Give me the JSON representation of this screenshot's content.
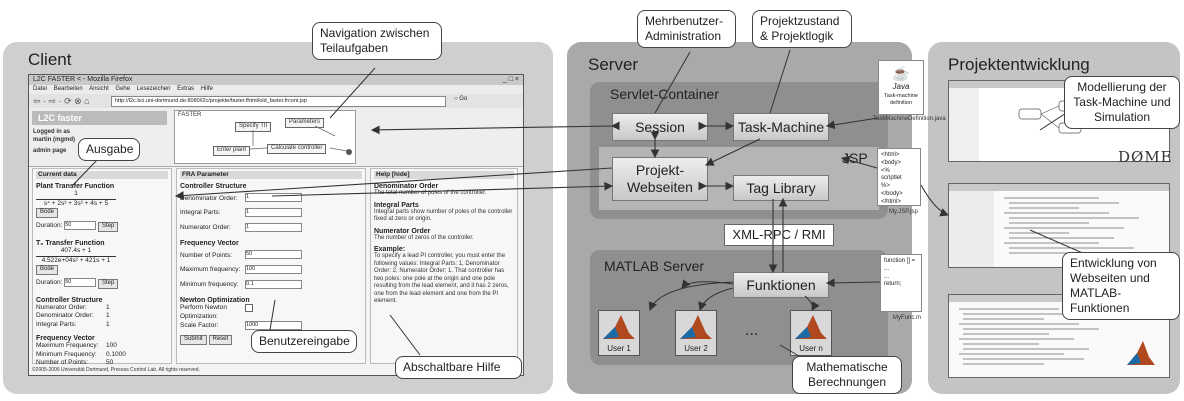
{
  "panels": {
    "client": "Client",
    "server": "Server",
    "projekt": "Projektentwicklung"
  },
  "server": {
    "servlet": "Servlet-Container",
    "session": "Session",
    "task_machine": "Task-Machine",
    "jsp": "JSP",
    "webseiten": "Projekt-\nWebseiten",
    "tag_library": "Tag Library",
    "xmlrpc": "XML-RPC / RMI",
    "matlab_server": "MATLAB Server",
    "funktionen": "Funktionen",
    "users": [
      "User 1",
      "User 2",
      "User n"
    ],
    "dots": "..."
  },
  "callouts": {
    "navigation": "Navigation zwischen\nTeilaufgaben",
    "mehrbenutzer": "Mehrbenutzer-\nAdministration",
    "projektzustand": "Projektzustand\n& Projektlogik",
    "ausgabe": "Ausgabe",
    "benutzereingabe": "Benutzereingabe",
    "abschaltbare": "Abschaltbare Hilfe",
    "mathematische": "Mathematische\nBerechnungen",
    "modellierung": "Modellierung der\nTask-Machine und\nSimulation",
    "entwicklung": "Entwicklung von\nWebseiten und\nMATLAB-Funktionen"
  },
  "browser": {
    "title": "L2C FASTER < - Mozilla Firefox",
    "menu": [
      "Datei",
      "Bearbeiten",
      "Ansicht",
      "Gehe",
      "Lesezeichen",
      "Extras",
      "Hilfe"
    ],
    "url": "http://l2c.bci.uni-dortmund.de:8080/l2c/projekte/faster.fhtml/old_faster.frcont.jsp",
    "go": "Go",
    "logo": "L2C faster",
    "logged_in": "Logged in as\nmartin (mgmd)",
    "admin": "admin page",
    "nav_title": "FASTER",
    "nav_nodes": [
      "Specify TII",
      "Parameters",
      "Enter plant",
      "Calculate controller"
    ],
    "footer": "©2005-2006 Universität Dortmund, Process Control Lab. All rights reserved."
  },
  "current_data": {
    "title": "Current data",
    "plant_tf": "Plant Transfer Function",
    "plant_num": "1",
    "plant_den": "s⁴ + 2s³ + 3s² + 4s + 5",
    "bode": "Bode",
    "duration_label": "Duration:",
    "duration_val": "50",
    "step": "Step",
    "t0_tf": "T₀ Transfer Function",
    "t0_num": "407.4s + 1",
    "t0_den": "4.522e+04s² + 421s + 1",
    "controller_structure": "Controller Structure",
    "cs_rows": [
      [
        "Numerator Order:",
        "1"
      ],
      [
        "Denominator Order:",
        "1"
      ],
      [
        "Integral Parts:",
        "1"
      ]
    ],
    "freq_vector": "Frequency Vector",
    "fv_rows": [
      [
        "Maximum Frequency:",
        "100"
      ],
      [
        "Minimum Frequency:",
        "0.1000"
      ],
      [
        "Number of Points:",
        "50"
      ]
    ]
  },
  "fra": {
    "title": "FRA Parameter",
    "controller_structure": "Controller Structure",
    "denominator_order": "Denominator Order:",
    "den_val": "1",
    "integral_parts": "Integral Parts:",
    "int_val": "1",
    "numerator_order": "Numerator Order:",
    "num_val": "1",
    "freq_vector": "Frequency Vector",
    "num_points": "Number of Points:",
    "np_val": "50",
    "max_freq": "Maximum frequency:",
    "max_val": "100",
    "min_freq": "Minimum frequency:",
    "min_val": "0.1",
    "newton": "Newton Optimization",
    "perform_newton": "Perform Newton\nOptimization:",
    "scale_factor": "Scale Factor:",
    "sf_val": "1000",
    "submit": "Submit",
    "reset": "Reset"
  },
  "help": {
    "title": "Help [hide]",
    "h1": "Denominator Order",
    "p1": "The total number of poles of the controller.",
    "h2": "Integral Parts",
    "p2": "Integral parts show number of poles of the controller fixed at zero or origin.",
    "h3": "Numerator Order",
    "p3": "The number of zeros of the controller.",
    "h4": "Example:",
    "p4": "To specify a lead PI controller, you must enter the following values: Integral Parts: 1, Denominator Order: 2, Numerator Order: 1. That controller has two poles: one pole at the origin and one pole resulting from the lead element, and it has 2 zeros, one from the lead element and one from the PI element."
  },
  "projekt": {
    "java_doc": "Task-machine\ndefinition",
    "java_caption": "TaskMachineDefinition.java",
    "java_label": "Java",
    "jsp_doc": "<html>\n<body>\n<%\nscriptlet\n%>\n</body>\n</html>",
    "jsp_caption": "My.JSP.jsp",
    "m_doc": "function [] =\n...\n...\nreturn;",
    "m_caption": "MyFunc.m",
    "dome": "DØME"
  }
}
